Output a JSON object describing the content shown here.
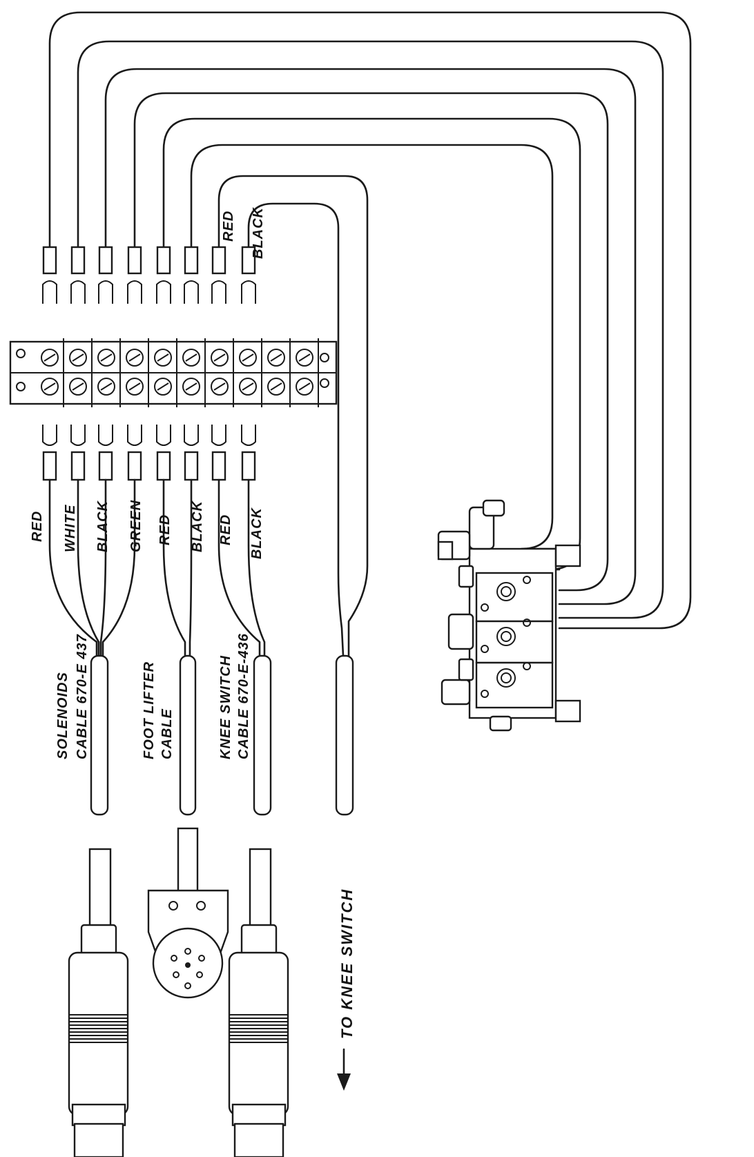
{
  "top_labels": [
    "RED",
    "BLACK"
  ],
  "bottom_wire_labels": [
    "RED",
    "WHITE",
    "BLACK",
    "GREEN",
    "RED",
    "BLACK",
    "RED",
    "BLACK"
  ],
  "cables": {
    "solenoids": [
      "SOLENOIDS",
      "CABLE 670-E 437"
    ],
    "foot_lifter": [
      "FOOT LIFTER",
      "CABLE"
    ],
    "knee_switch": [
      "KNEE SWITCH",
      "CABLE 670-E-436"
    ]
  },
  "direction_label": "TO KNEE SWITCH",
  "icons": [
    "terminal-strip-icon",
    "spade-lug-icon",
    "solenoid-valve-block-icon",
    "round-plug-connector-icon",
    "arrow-down-icon"
  ],
  "colors": {
    "ink": "#1a1a1a",
    "paper": "#ffffff"
  }
}
